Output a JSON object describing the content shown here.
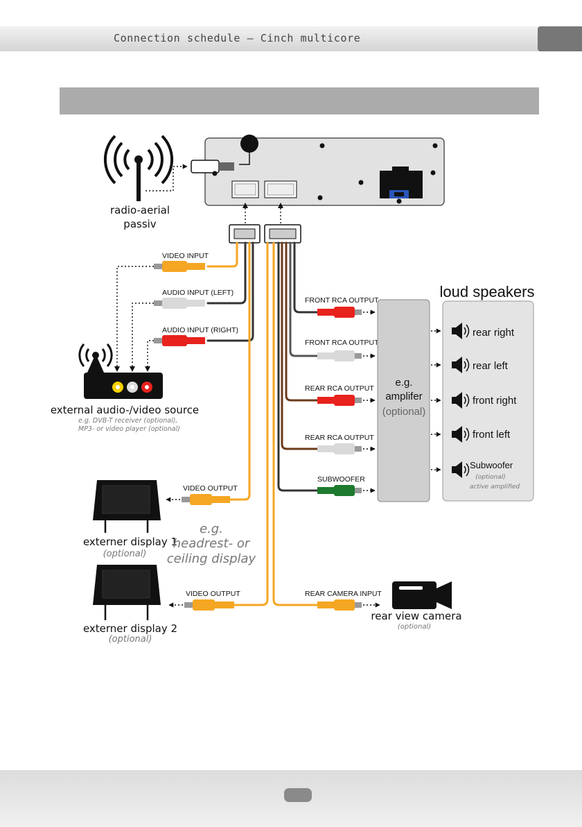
{
  "header": {
    "title": "Connection schedule – Cinch multicore"
  },
  "labels": {
    "radio_aerial": "radio-aerial",
    "radio_aerial_2": "passiv",
    "video_input": "VIDEO INPUT",
    "audio_left": "AUDIO INPUT (LEFT)",
    "audio_right": "AUDIO INPUT (RIGHT)",
    "av_source": "external audio-/video source",
    "av_source_note1": "e.g. DVB-T receiver (optional),",
    "av_source_note2": "MP3- or video player (optional)",
    "front_rca_1": "FRONT RCA OUTPUT",
    "front_rca_2": "FRONT RCA OUTPUT",
    "rear_rca_1": "REAR RCA OUTPUT",
    "rear_rca_2": "REAR RCA OUTPUT",
    "subwoofer_out": "SUBWOOFER",
    "video_output_1": "VIDEO OUTPUT",
    "video_output_2": "VIDEO OUTPUT",
    "rear_camera_input": "REAR CAMERA INPUT",
    "amp_1": "e.g.",
    "amp_2": "amplifer",
    "amp_3": "(optional)",
    "loud_speakers": "loud speakers",
    "rear_right": "rear right",
    "rear_left": "rear left",
    "front_right": "front right",
    "front_left": "front left",
    "subwoofer": "Subwoofer",
    "subwoofer_note1": "(optional)",
    "subwoofer_note2": "active amplified",
    "display1": "externer display 1",
    "display1_note": "(optional)",
    "display2": "externer display 2",
    "display2_note": "(optional)",
    "headrest_1": "e.g.",
    "headrest_2": "headrest- or",
    "headrest_3": "ceiling display",
    "camera": "rear view camera",
    "camera_note": "(optional)"
  },
  "colors": {
    "video": "#f5a623",
    "red": "#e8221d",
    "white": "#d9d9d9",
    "green": "#1d7a2e",
    "brown": "#6b3a1a",
    "wire_dark": "#333333"
  }
}
